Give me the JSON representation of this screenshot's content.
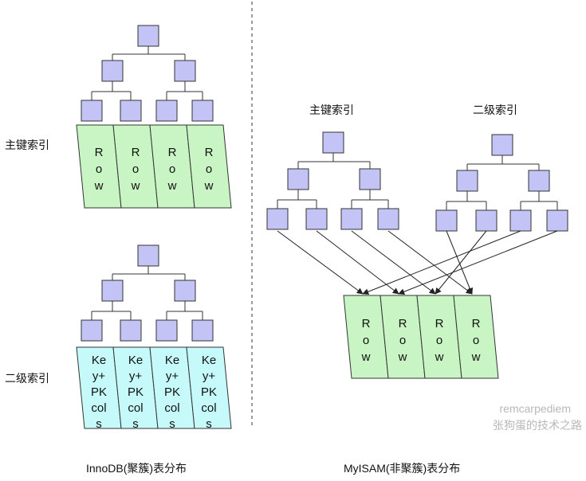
{
  "innodb": {
    "primary_index_label": "主键索引",
    "secondary_index_label": "二级索引",
    "primary_leaf_rows": [
      [
        "R",
        "o",
        "w"
      ],
      [
        "R",
        "o",
        "w"
      ],
      [
        "R",
        "o",
        "w"
      ],
      [
        "R",
        "o",
        "w"
      ]
    ],
    "secondary_leaf_rows": [
      [
        "Ke",
        "y+",
        "PK",
        "col",
        "s"
      ],
      [
        "Ke",
        "y+",
        "PK",
        "col",
        "s"
      ],
      [
        "Ke",
        "y+",
        "PK",
        "col",
        "s"
      ],
      [
        "Ke",
        "y+",
        "PK",
        "col",
        "s"
      ]
    ],
    "caption": "InnoDB(聚簇)表分布"
  },
  "myisam": {
    "primary_index_label": "主键索引",
    "secondary_index_label": "二级索引",
    "data_rows": [
      [
        "R",
        "o",
        "w"
      ],
      [
        "R",
        "o",
        "w"
      ],
      [
        "R",
        "o",
        "w"
      ],
      [
        "R",
        "o",
        "w"
      ]
    ],
    "caption": "MyISAM(非聚簇)表分布"
  },
  "watermark": {
    "line1": "remcarpediem",
    "line2": "张狗蛋的技术之路"
  },
  "colors": {
    "node_fill": "#c3c3f5",
    "primary_row_fill": "#c9f5c4",
    "secondary_row_fill": "#c6fafa",
    "myisam_row_fill": "#c9f5c4",
    "stroke": "#333333"
  }
}
